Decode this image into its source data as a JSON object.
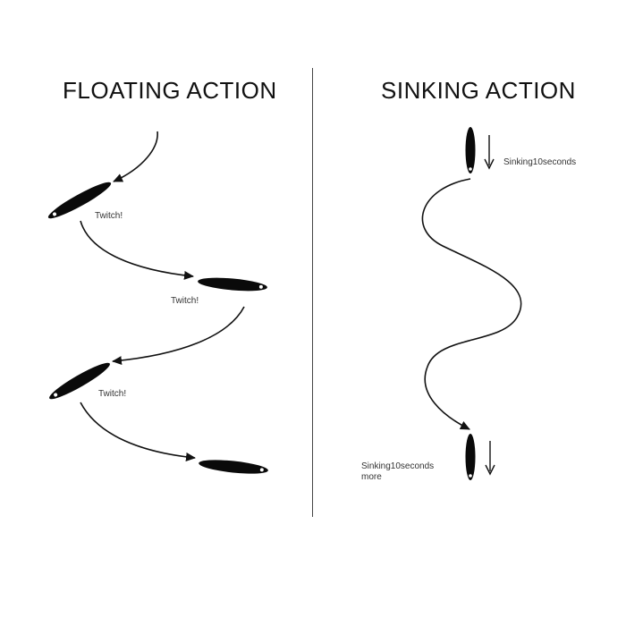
{
  "floating": {
    "title": "FLOATING ACTION",
    "twitch_labels": [
      "Twitch!",
      "Twitch!",
      "Twitch!"
    ]
  },
  "sinking": {
    "title": "SINKING ACTION",
    "top_label": "Sinking10seconds",
    "bottom_label_line1": "Sinking10seconds",
    "bottom_label_line2": "more"
  },
  "colors": {
    "ink": "#111111",
    "lure_body": "#0a0a0a",
    "lure_eye": "#ffffff",
    "divider": "#444444"
  }
}
